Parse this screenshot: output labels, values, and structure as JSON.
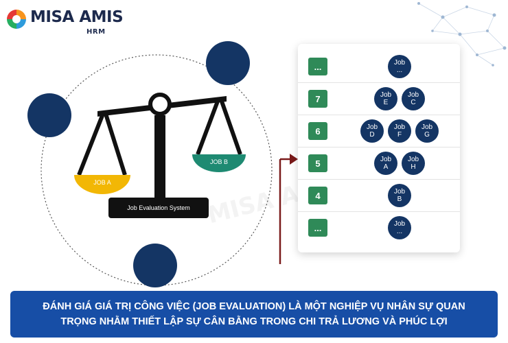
{
  "brand": {
    "name": "MISA AMIS",
    "product": "HRM"
  },
  "scale": {
    "left_pan_label": "JOB A",
    "right_pan_label": "JOB B",
    "base_label": "Job Evaluation System"
  },
  "grades": [
    {
      "grade": "...",
      "jobs": [
        {
          "line1": "Job",
          "line2": "..."
        }
      ]
    },
    {
      "grade": "7",
      "jobs": [
        {
          "line1": "Job",
          "line2": "E"
        },
        {
          "line1": "Job",
          "line2": "C"
        }
      ]
    },
    {
      "grade": "6",
      "jobs": [
        {
          "line1": "Job",
          "line2": "D"
        },
        {
          "line1": "Job",
          "line2": "F"
        },
        {
          "line1": "Job",
          "line2": "G"
        }
      ]
    },
    {
      "grade": "5",
      "jobs": [
        {
          "line1": "Job",
          "line2": "A"
        },
        {
          "line1": "Job",
          "line2": "H"
        }
      ]
    },
    {
      "grade": "4",
      "jobs": [
        {
          "line1": "Job",
          "line2": "B"
        }
      ]
    },
    {
      "grade": "...",
      "jobs": [
        {
          "line1": "Job",
          "line2": "..."
        }
      ]
    }
  ],
  "watermark": "MISA AMIS",
  "banner": {
    "line1": "ĐÁNH GIÁ GIÁ TRỊ CÔNG VIỆC (JOB EVALUATION) LÀ MỘT NGHIỆP VỤ NHÂN SỰ QUAN",
    "line2": "TRỌNG NHẰM THIẾT LẬP SỰ CÂN BẰNG TRONG CHI TRẢ LƯƠNG VÀ PHÚC LỢI"
  },
  "colors": {
    "navy": "#143564",
    "green": "#2f8a58",
    "teal": "#1e8a72",
    "yellow": "#f2b705",
    "banner": "#174ea6",
    "arrow": "#7a1a1a"
  }
}
